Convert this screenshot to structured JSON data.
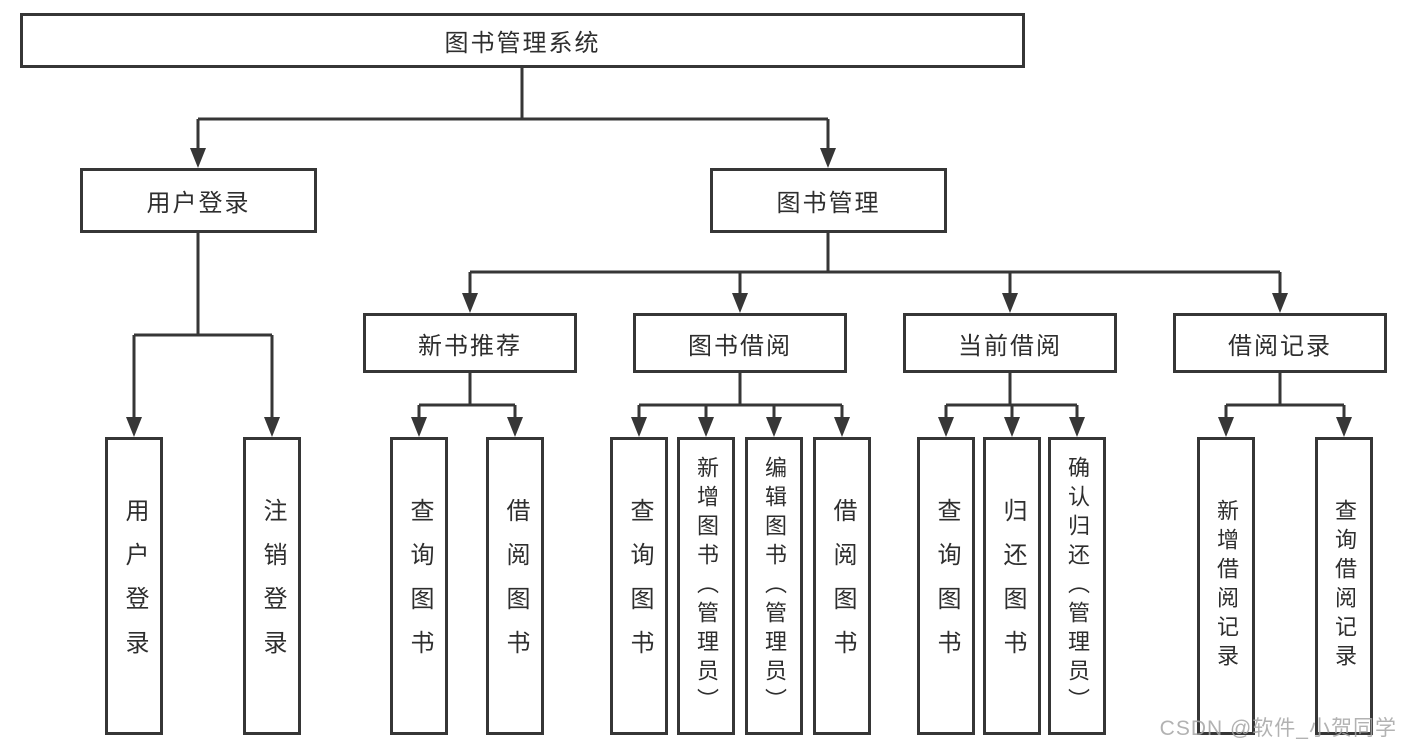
{
  "diagram": {
    "root": {
      "label": "图书管理系统"
    },
    "level2": [
      {
        "label": "用户登录"
      },
      {
        "label": "图书管理"
      }
    ],
    "level3": [
      {
        "label": "新书推荐"
      },
      {
        "label": "图书借阅"
      },
      {
        "label": "当前借阅"
      },
      {
        "label": "借阅记录"
      }
    ],
    "leaves": {
      "user": [
        {
          "label": "用户登录"
        },
        {
          "label": "注销登录"
        }
      ],
      "recommend": [
        {
          "label": "查询图书"
        },
        {
          "label": "借阅图书"
        }
      ],
      "borrow": [
        {
          "label": "查询图书"
        },
        {
          "label": "新增图书（管理员）"
        },
        {
          "label": "编辑图书（管理员）"
        },
        {
          "label": "借阅图书"
        }
      ],
      "current": [
        {
          "label": "查询图书"
        },
        {
          "label": "归还图书"
        },
        {
          "label": "确认归还（管理员）"
        }
      ],
      "records": [
        {
          "label": "新增借阅记录"
        },
        {
          "label": "查询借阅记录"
        }
      ]
    },
    "colors": {
      "line": "#363636",
      "text": "#2e2e2e",
      "watermark": "#a5a5a5"
    },
    "watermark": "CSDN @软件_小贺同学"
  }
}
